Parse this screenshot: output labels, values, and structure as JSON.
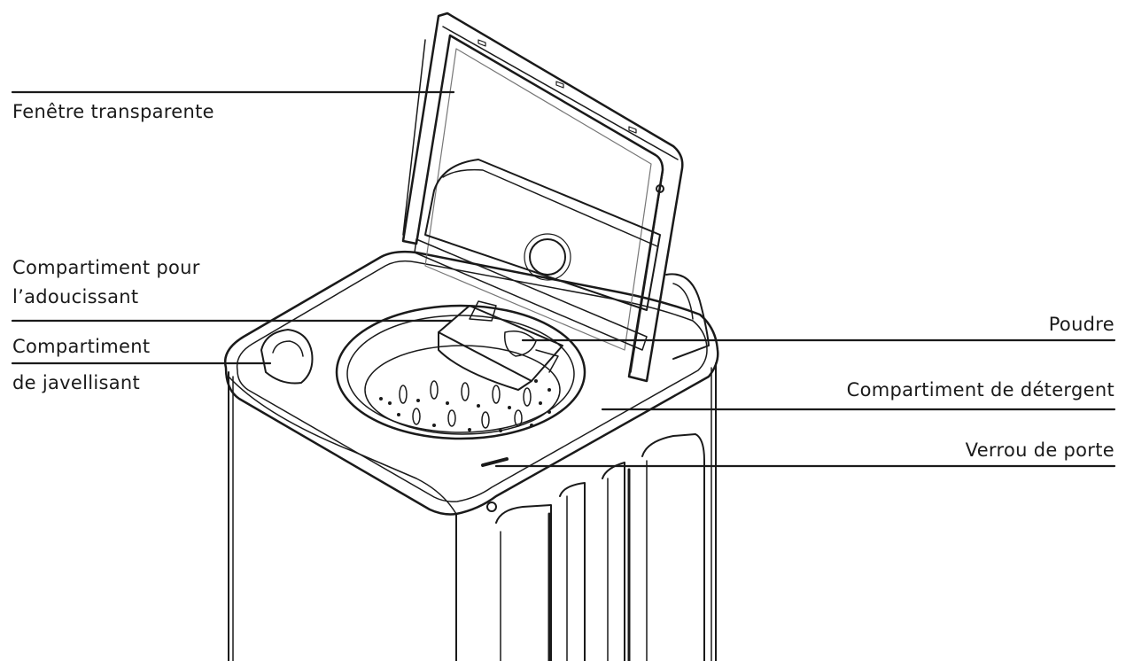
{
  "labels": {
    "transparent_window": "Fenêtre transparente",
    "softener_line1": "Compartiment pour",
    "softener_line2": "l’adoucissant",
    "bleach_line1": "Compartiment",
    "bleach_line2": "de javellisant",
    "powder": "Poudre",
    "detergent": "Compartiment de détergent",
    "door_lock": "Verrou de porte"
  },
  "colors": {
    "line": "#1a1a1a",
    "background": "#ffffff"
  }
}
